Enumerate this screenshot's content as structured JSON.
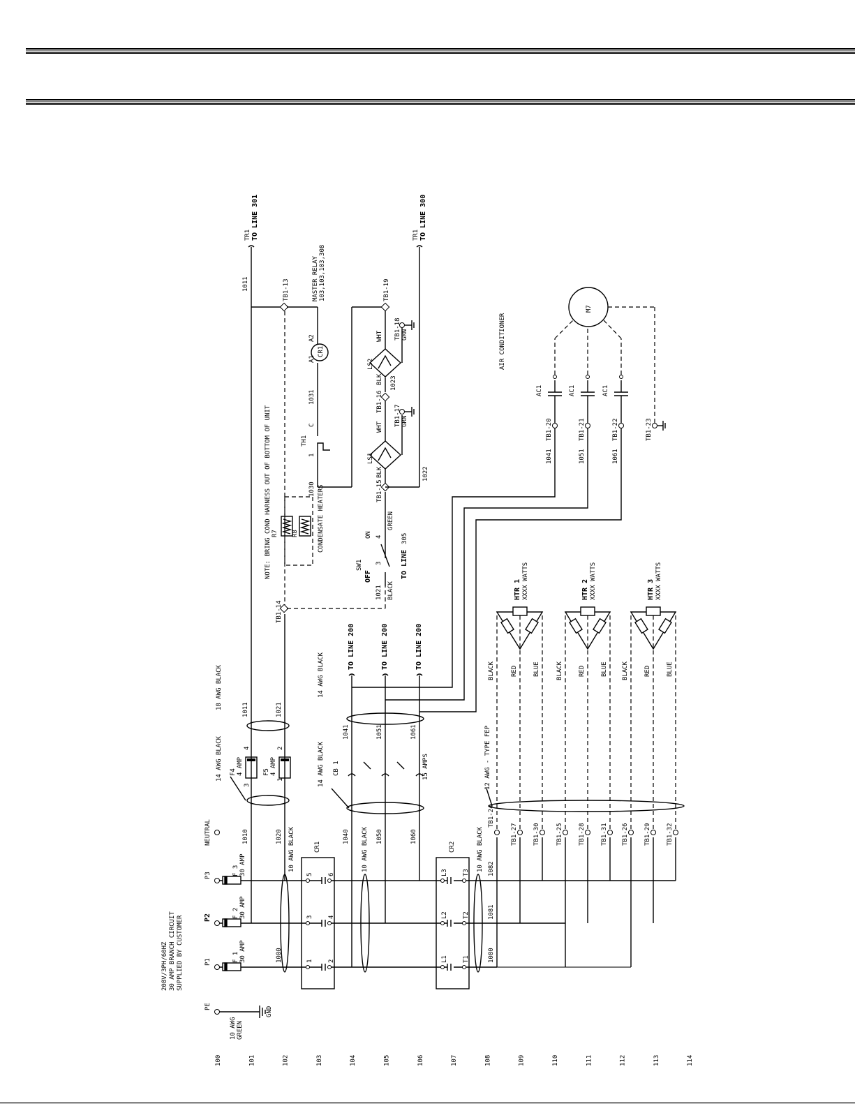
{
  "supply": {
    "line1": "208V/3PH/60HZ",
    "line2": "30 AMP BRANCH CIRCUIT",
    "line3": "SUPPLIED BY CUSTOMER"
  },
  "terminals_top": {
    "pe": "PE",
    "p1": "P1",
    "p2": "P2",
    "p3": "P3",
    "neutral": "NEUTRAL",
    "gnd": "GND",
    "awg10": "10 AWG",
    "green": "GREEN"
  },
  "fuses": {
    "f1": "F 1",
    "f2": "F 2",
    "f3": "F 3",
    "amp30": "30 AMP",
    "f4": "F4",
    "f5": "F5",
    "amp4": "4 AMP"
  },
  "wires": {
    "w1000": "1000",
    "w1010": "1010",
    "w1020": "1020",
    "w1011": "1011",
    "w1021": "1021",
    "w1040": "1040",
    "w1050": "1050",
    "w1060": "1060",
    "w1041": "1041",
    "w1051": "1051",
    "w1061": "1061",
    "w1080": "1080",
    "w1081": "1081",
    "w1082": "1082",
    "w1030": "1030",
    "w1031": "1031",
    "w1022": "1022",
    "w1023": "1023",
    "w305": "305"
  },
  "cables": {
    "awg10black": "10 AWG BLACK",
    "awg14black": "14 AWG BLACK",
    "awg18black": "18 AWG BLACK",
    "awg12fep": "12 AWG - TYPE FEP"
  },
  "relays": {
    "cr1": "CR1",
    "cr2": "CR2",
    "c1": "1",
    "c2": "2",
    "c3": "3",
    "c4": "4",
    "c5": "5",
    "c6": "6",
    "l1": "L1",
    "l2": "L2",
    "l3": "L3",
    "t1": "T1",
    "t2": "T2",
    "t3": "T3"
  },
  "breaker": {
    "cb1": "CB 1",
    "amps15": "15 AMPS"
  },
  "to_line": {
    "tl200": "TO LINE  200",
    "tl301": "TO LINE  301",
    "tl300": "TO LINE  300",
    "tl305": "TO LINE",
    "tr1": "TR1"
  },
  "tb": {
    "tb13": "TB1-13",
    "tb14": "TB1-14",
    "tb15": "TB1-15",
    "tb16": "TB1-16",
    "tb17": "TB1-17",
    "tb18": "TB1-18",
    "tb19": "TB1-19",
    "tb20": "TB1-20",
    "tb21": "TB1-21",
    "tb22": "TB1-22",
    "tb23": "TB1-23",
    "tb24": "TB1-24",
    "tb25": "TB1-25",
    "tb26": "TB1-26",
    "tb27": "TB1-27",
    "tb28": "TB1-28",
    "tb29": "TB1-29",
    "tb30": "TB1-30",
    "tb31": "TB1-31",
    "tb32": "TB1-32"
  },
  "notes": {
    "harness": "NOTE: BRING COND HARNESS OUT OF BOTTOM OF UNIT",
    "cond_heaters": "CONDENSATE HEATERS",
    "master1": "MASTER RELAY",
    "master2": "103,103,103,308",
    "aircon": "AIR CONDITIONER",
    "r7": "R7",
    "r8": "R8",
    "th1": "TH1",
    "c": "C",
    "one": "1",
    "a1": "A1",
    "a2": "A2",
    "cr1coil": "CR1",
    "ls1": "LS1",
    "ls2": "LS2",
    "wht": "WHT",
    "blk": "BLK",
    "grn": "GRN",
    "green": "GREEN",
    "black": "BLACK",
    "sw1": "SW1",
    "off": "OFF",
    "on": "ON",
    "sw3": "3",
    "sw4": "4",
    "ac1": "AC1",
    "m7": "M7"
  },
  "heaters": {
    "htr1": "HTR 1",
    "htr2": "HTR 2",
    "htr3": "HTR 3",
    "watts": "XXXX WATTS",
    "black": "BLACK",
    "red": "RED",
    "blue": "BLUE"
  },
  "lines": [
    "100",
    "101",
    "102",
    "103",
    "104",
    "105",
    "106",
    "107",
    "108",
    "109",
    "110",
    "111",
    "112",
    "113",
    "114"
  ]
}
